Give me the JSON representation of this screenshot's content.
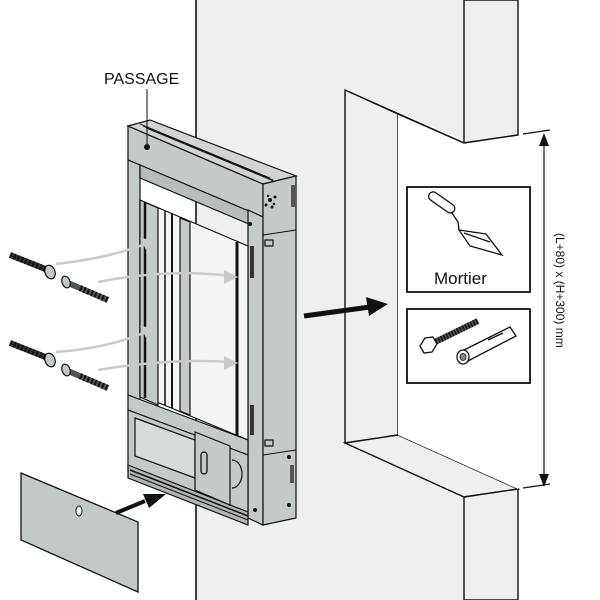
{
  "diagram": {
    "title_label": "PASSAGE",
    "dimension_label": "(L+80) x (H+300) mm",
    "materials": [
      {
        "name": "trowel",
        "label": "Mortier"
      },
      {
        "name": "bolt-and-anchor",
        "label": ""
      }
    ],
    "colors": {
      "wall": "#eef0ef",
      "frame": "#c4cac9",
      "frame_dark": "#9fa6a5",
      "panel": "#c2c8c7",
      "arrow_gray": "#c8cbca",
      "line": "#111111"
    }
  }
}
